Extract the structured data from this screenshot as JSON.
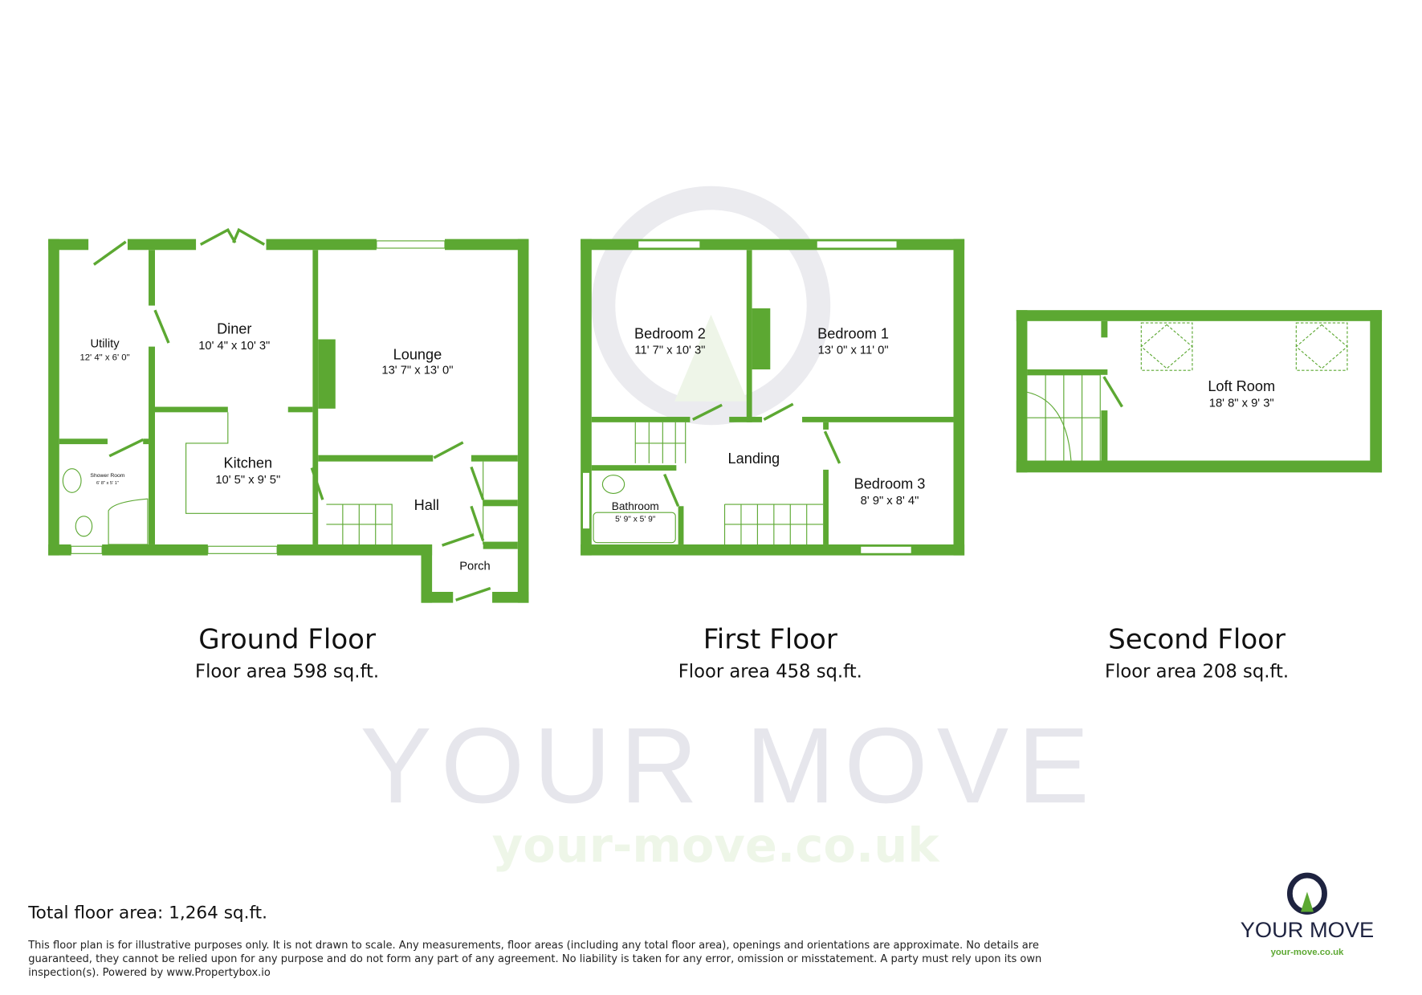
{
  "watermark": {
    "brand": "YOUR MOVE",
    "url": "your-move.co.uk"
  },
  "floors": [
    {
      "title": "Ground Floor",
      "area": "Floor area 598 sq.ft.",
      "rooms": [
        {
          "name": "Utility",
          "dims": "12' 4\" x 6' 0\""
        },
        {
          "name": "Diner",
          "dims": "10' 4\" x 10' 3\""
        },
        {
          "name": "Lounge",
          "dims": "13' 7\" x 13' 0\""
        },
        {
          "name": "Kitchen",
          "dims": "10' 5\" x 9' 5\""
        },
        {
          "name": "Shower Room",
          "dims": "6' 8\" x 5' 1\""
        },
        {
          "name": "Hall",
          "dims": ""
        },
        {
          "name": "Porch",
          "dims": ""
        }
      ]
    },
    {
      "title": "First Floor",
      "area": "Floor area 458 sq.ft.",
      "rooms": [
        {
          "name": "Bedroom 2",
          "dims": "11' 7\" x 10' 3\""
        },
        {
          "name": "Bedroom 1",
          "dims": "13' 0\" x 11' 0\""
        },
        {
          "name": "Landing",
          "dims": ""
        },
        {
          "name": "Bedroom 3",
          "dims": "8' 9\" x 8' 4\""
        },
        {
          "name": "Bathroom",
          "dims": "5' 9\" x 5' 9\""
        }
      ]
    },
    {
      "title": "Second Floor",
      "area": "Floor area 208 sq.ft.",
      "rooms": [
        {
          "name": "Loft Room",
          "dims": "18' 8\" x 9' 3\""
        }
      ]
    }
  ],
  "footer": {
    "total": "Total floor area: 1,264 sq.ft.",
    "disclaimer": [
      "This floor plan is for illustrative purposes only. It is not drawn to scale. Any measurements, floor areas (including any total floor area), openings and orientations are approximate. No details are",
      "guaranteed, they cannot be relied upon for any purpose and do not form any part of any agreement. No liability is taken for any error, omission or misstatement. A party must rely upon its own",
      "inspection(s). Powered by www.Propertybox.io"
    ]
  },
  "logo": {
    "name": "YOUR MOVE",
    "url": "your-move.co.uk",
    "colors": {
      "navy": "#1e2340",
      "green": "#5ca832"
    }
  },
  "colors": {
    "wall": "#5ca832",
    "watermark": "#e6e6ec"
  }
}
